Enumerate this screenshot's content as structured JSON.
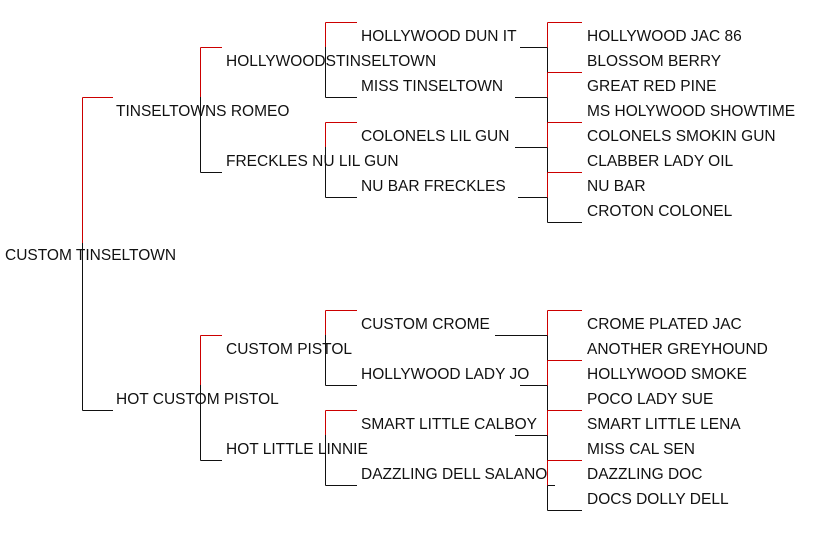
{
  "colors": {
    "sire_line": "#cc0000",
    "dam_line": "#111111",
    "text": "#111111"
  },
  "pedigree": {
    "subject": "CUSTOM TINSELTOWN",
    "sire": {
      "name": "TINSELTOWNS ROMEO",
      "sire": {
        "name": "HOLLYWOODSTINSELTOWN",
        "sire": {
          "name": "HOLLYWOOD DUN IT",
          "sire": "HOLLYWOOD JAC 86",
          "dam": "BLOSSOM BERRY"
        },
        "dam": {
          "name": "MISS TINSELTOWN",
          "sire": "GREAT RED PINE",
          "dam": "MS HOLYWOOD SHOWTIME"
        }
      },
      "dam": {
        "name": "FRECKLES NU LIL GUN",
        "sire": {
          "name": "COLONELS LIL GUN",
          "sire": "COLONELS SMOKIN GUN",
          "dam": "CLABBER LADY OIL"
        },
        "dam": {
          "name": "NU BAR FRECKLES",
          "sire": "NU BAR",
          "dam": "CROTON COLONEL"
        }
      }
    },
    "dam": {
      "name": "HOT CUSTOM PISTOL",
      "sire": {
        "name": "CUSTOM PISTOL",
        "sire": {
          "name": "CUSTOM CROME",
          "sire": "CROME PLATED JAC",
          "dam": "ANOTHER GREYHOUND"
        },
        "dam": {
          "name": "HOLLYWOOD LADY JO",
          "sire": "HOLLYWOOD SMOKE",
          "dam": "POCO LADY SUE"
        }
      },
      "dam": {
        "name": "HOT LITTLE LINNIE",
        "sire": {
          "name": "SMART LITTLE CALBOY",
          "sire": "SMART LITTLE LENA",
          "dam": "MISS CAL SEN"
        },
        "dam": {
          "name": "DAZZLING DELL SALANO",
          "sire": "DAZZLING DOC",
          "dam": "DOCS DOLLY DELL"
        }
      }
    }
  }
}
